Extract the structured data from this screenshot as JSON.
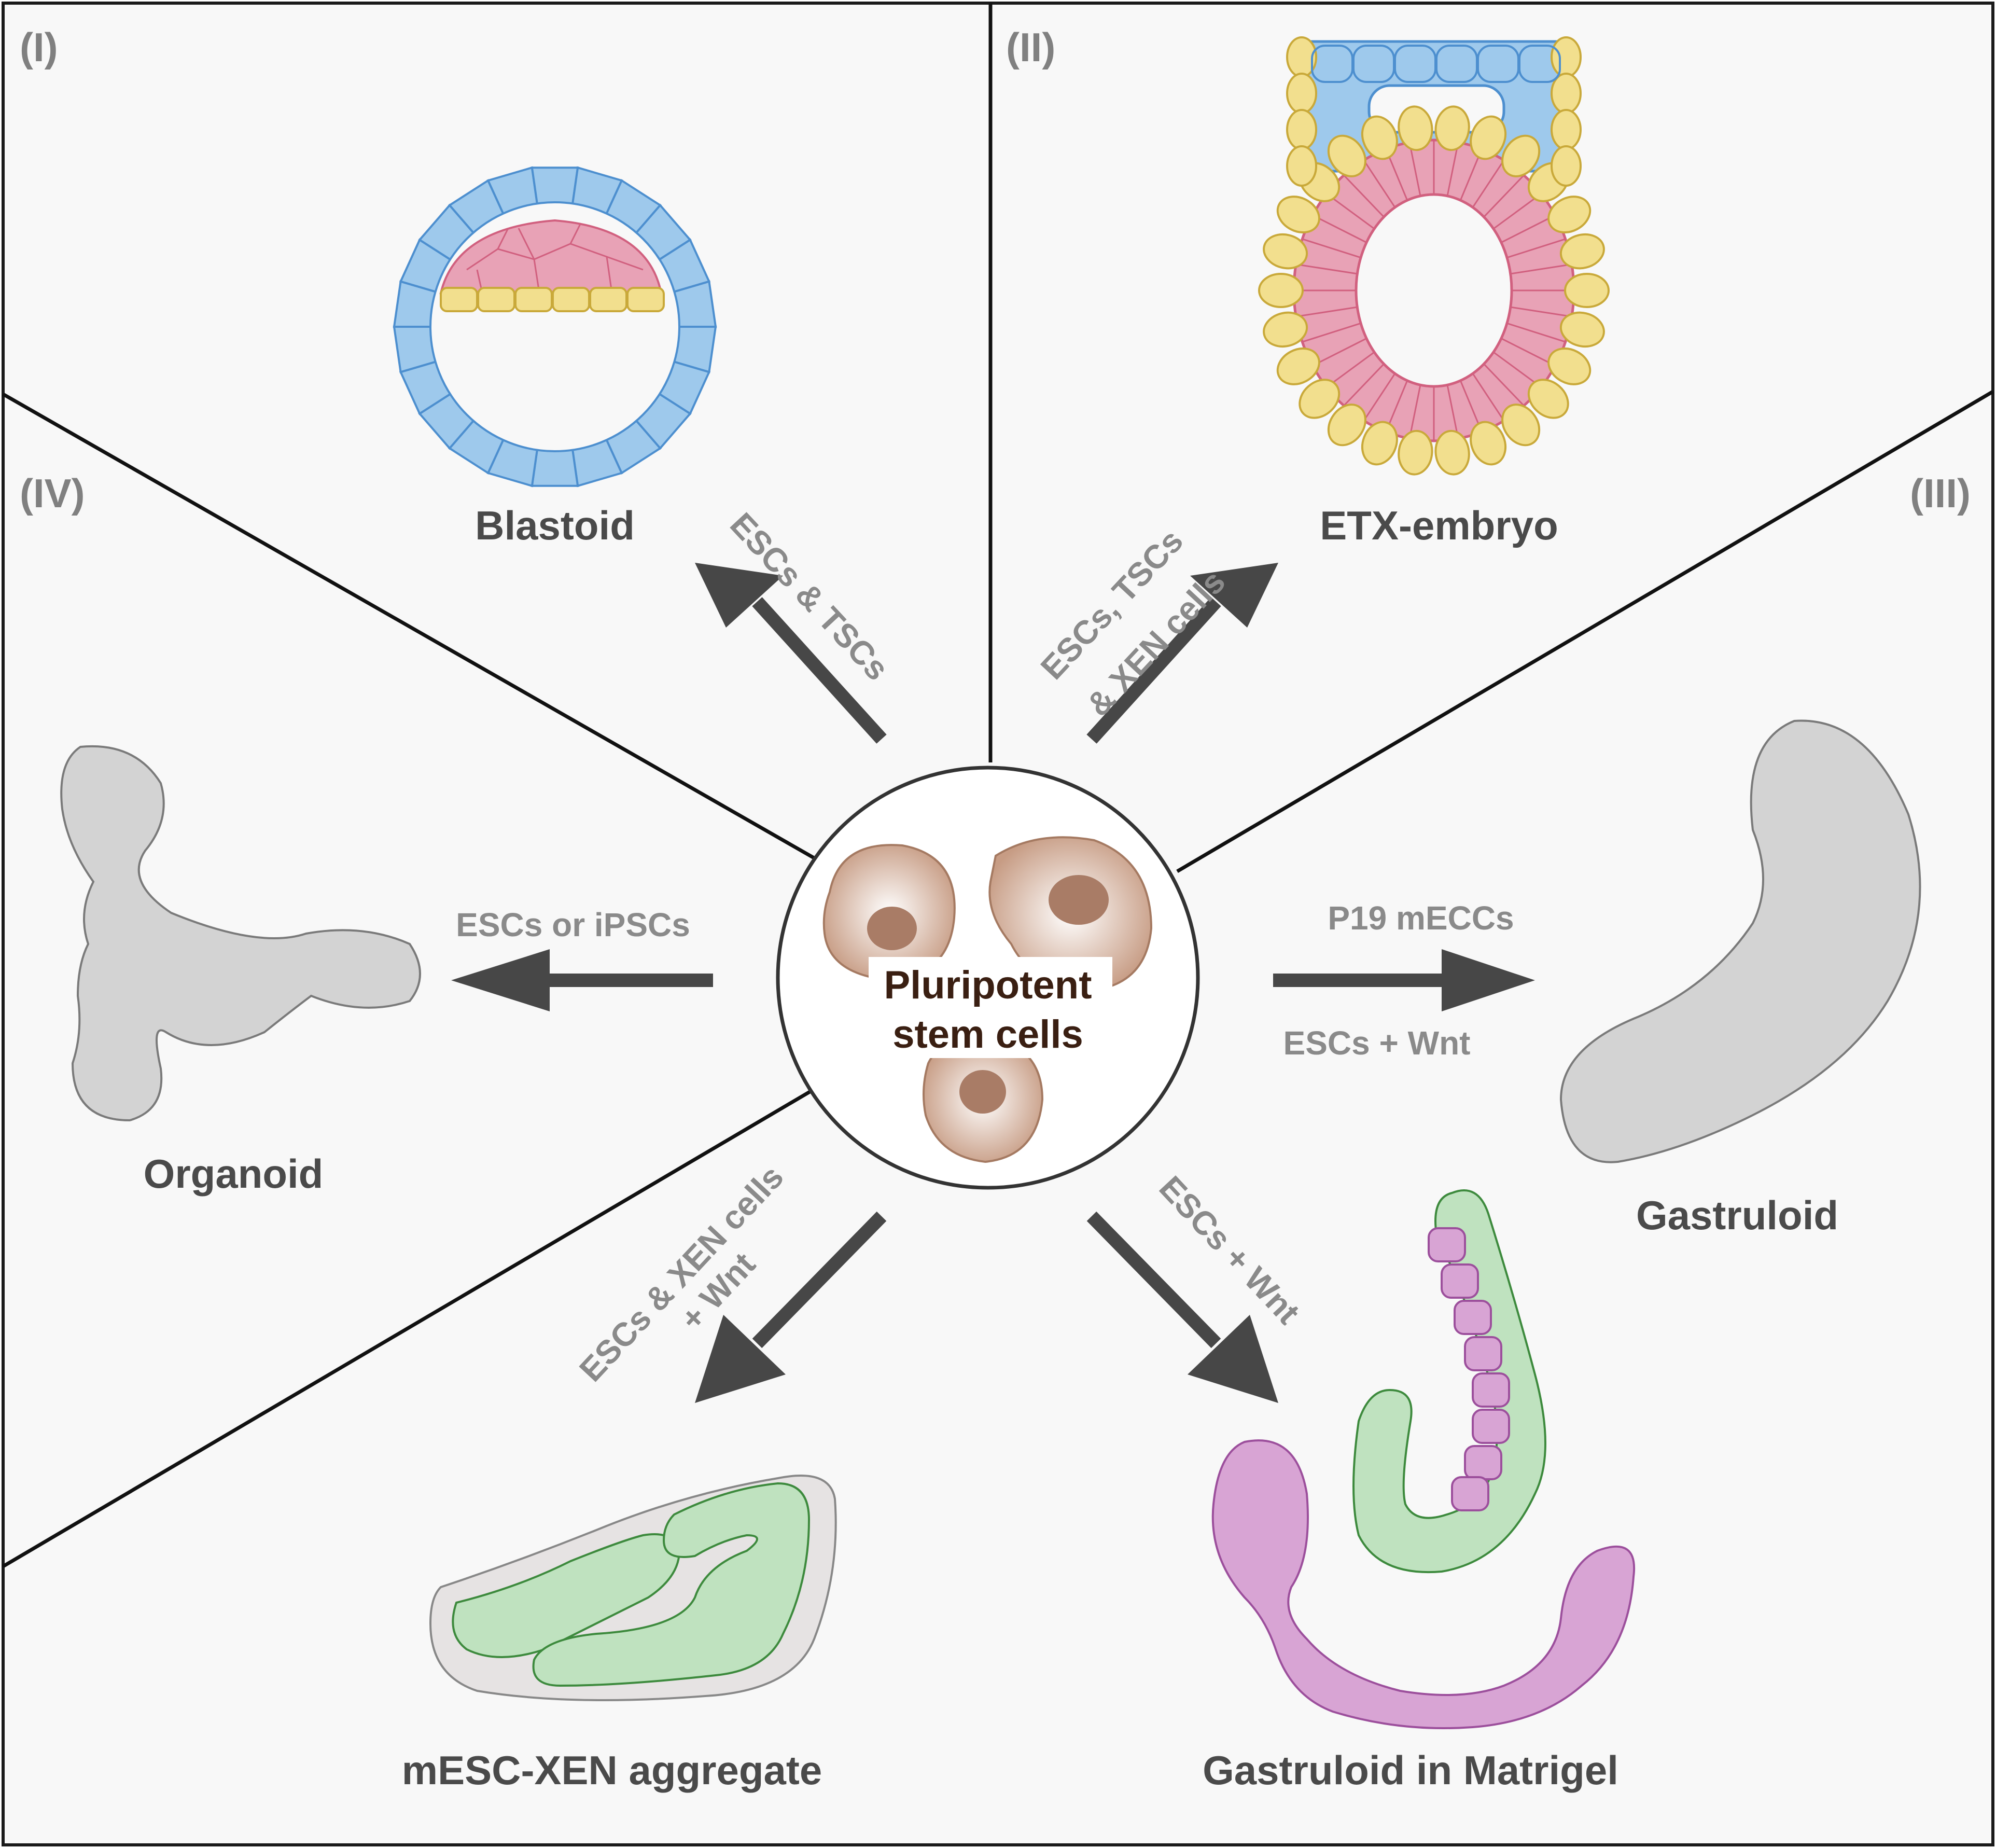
{
  "center": {
    "line1": "Pluripotent",
    "line2": "stem  cells"
  },
  "sections": {
    "I": "(I)",
    "II": "(II)",
    "III": "(III)",
    "IV": "(IV)"
  },
  "models": {
    "blastoid": {
      "title": "Blastoid",
      "sources": [
        "ESCs & TSCs"
      ]
    },
    "etx": {
      "title": "ETX-embryo",
      "sources": [
        "ESCs, TSCs",
        "& XEN cells"
      ]
    },
    "gastruloid": {
      "title": "Gastruloid",
      "sources": [
        "P19  mECCs",
        "ESCs + Wnt"
      ]
    },
    "organoid": {
      "title": "Organoid",
      "sources": [
        "ESCs or iPSCs"
      ]
    },
    "mesc_xen": {
      "title": "mESC-XEN aggregate",
      "sources": [
        "ESCs & XEN cells",
        "+ Wnt"
      ]
    },
    "gastruloid_matrigel": {
      "title": "Gastruloid in Matrigel",
      "sources": [
        "ESCs + Wnt"
      ]
    }
  },
  "colors": {
    "panel_bg": "#f8f8f8",
    "trophectoderm_blue": "#9ec9ec",
    "epiblast_pink": "#e8a2b6",
    "endoderm_yellow": "#f2df8e",
    "organoid_grey": "#d3d3d3",
    "green_tissue": "#bfe2bf",
    "somite_purple": "#d8a4d4",
    "arrow": "#474747",
    "cell_brown": "#a97c66"
  }
}
